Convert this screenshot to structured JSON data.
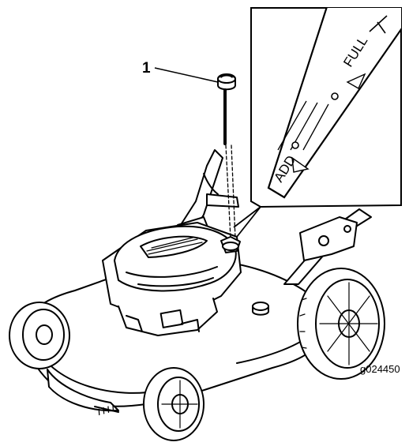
{
  "callout": {
    "number": "1"
  },
  "dipstick": {
    "add_label": "ADD",
    "full_label": "FULL"
  },
  "figure": {
    "id": "g024450"
  },
  "icons": {
    "dipstick": "dipstick-icon",
    "mower": "lawn-mower-illustration"
  }
}
